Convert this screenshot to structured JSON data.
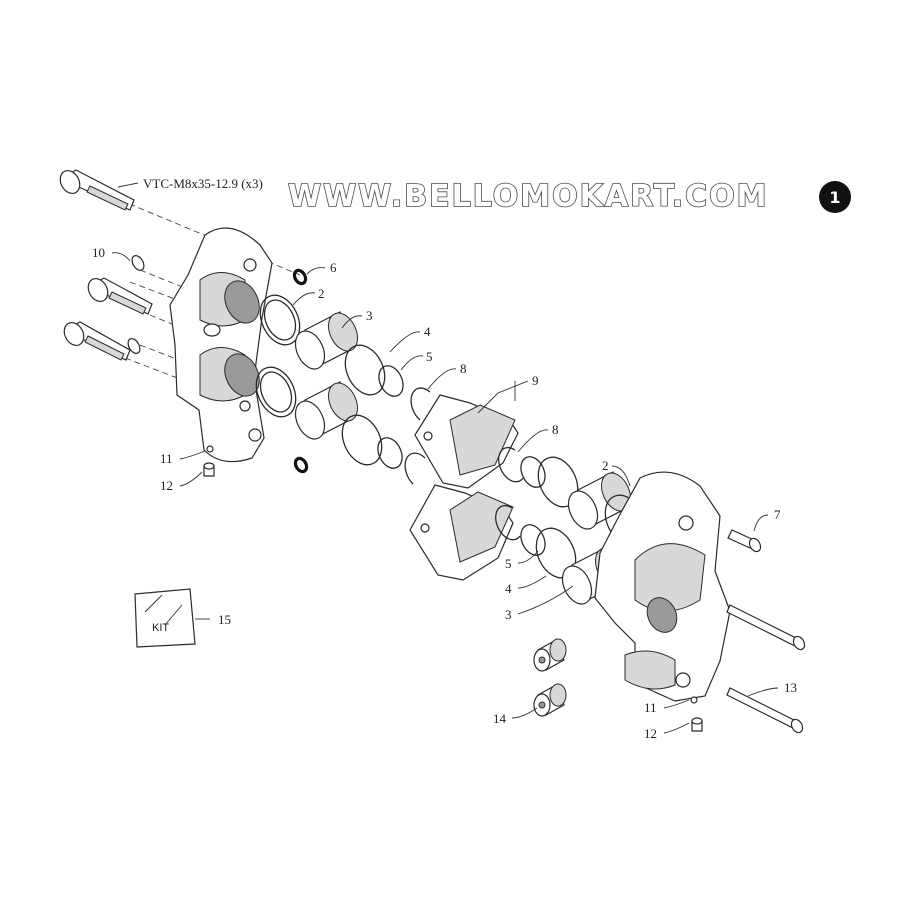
{
  "website": "WWW.BELLOMOKART.COM",
  "diagram_number": "1",
  "screw_label": "VTC-M8x35-12.9 (x3)",
  "kit_label": "KIT",
  "callouts": {
    "c2_top": "2",
    "c3_top": "3",
    "c4_top": "4",
    "c5_top": "5",
    "c6": "6",
    "c8_top": "8",
    "c9": "9",
    "c8_mid": "8",
    "c10": "10",
    "c11_left": "11",
    "c12_left": "12",
    "c2_right": "2",
    "c7": "7",
    "c5_bottom": "5",
    "c4_bottom": "4",
    "c3_bottom": "3",
    "c15": "15",
    "c13": "13",
    "c14": "14",
    "c11_right": "11",
    "c12_right": "12"
  },
  "colors": {
    "ink": "#2b2b2b",
    "badge": "#111111",
    "title_fill": "#ffffff"
  }
}
